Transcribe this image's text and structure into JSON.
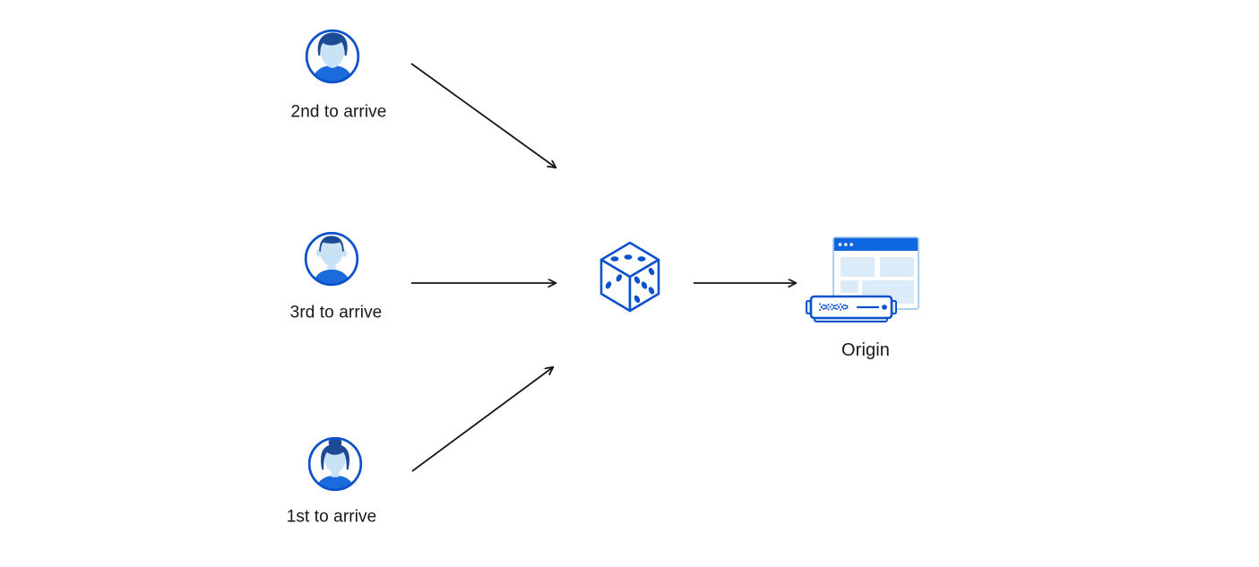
{
  "diagram": {
    "description": "Three clients send requests through a random selector (dice) to a single origin server",
    "clients": [
      {
        "id": "client-2nd",
        "label": "2nd to arrive",
        "avatar_icon": "male-user-swept-hair-avatar-icon"
      },
      {
        "id": "client-3rd",
        "label": "3rd to arrive",
        "avatar_icon": "male-user-flat-top-avatar-icon"
      },
      {
        "id": "client-1st",
        "label": "1st to arrive",
        "avatar_icon": "female-user-bun-avatar-icon"
      }
    ],
    "selector": {
      "icon": "dice-icon",
      "pips": {
        "top_face": 3,
        "left_face": 2,
        "right_face": 5
      }
    },
    "origin": {
      "label": "Origin",
      "icons": [
        "browser-window-icon",
        "server-icon"
      ]
    },
    "arrows": [
      {
        "from": "client-2nd",
        "to": "dice"
      },
      {
        "from": "client-3rd",
        "to": "dice"
      },
      {
        "from": "client-1st",
        "to": "dice"
      },
      {
        "from": "dice",
        "to": "origin"
      }
    ],
    "colors": {
      "primary_blue_stroke": "#0d52cd",
      "fill_blue": "#1b6bdc",
      "titlebar_blue": "#1065e0",
      "hair_navy": "#1c4a94",
      "skin_light_blue": "#c8e2f6",
      "panel_light_blue": "#dcebf8",
      "window_border_blue": "#aecfee",
      "arrow_black": "#161616",
      "text_color": "#17181a",
      "background": "#ffffff"
    }
  }
}
